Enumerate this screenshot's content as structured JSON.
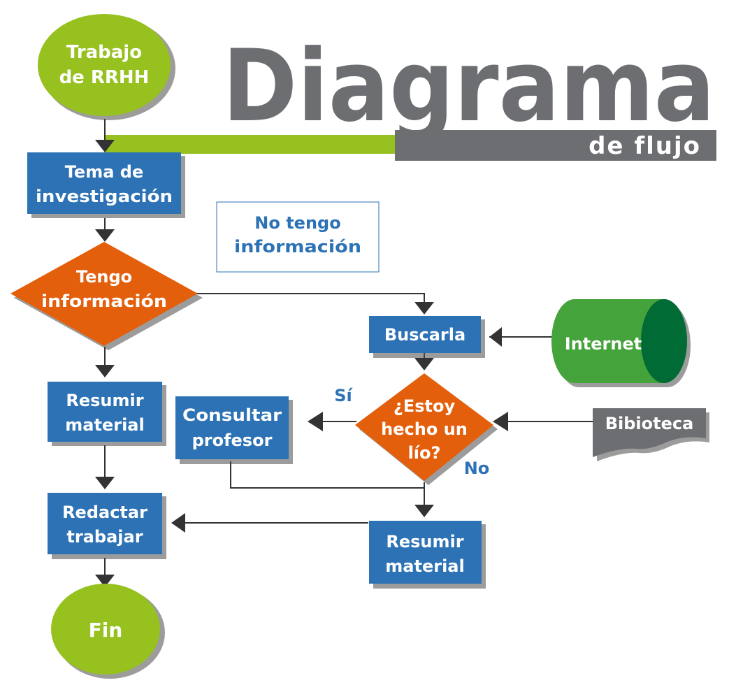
{
  "title": {
    "main": "Diagrama",
    "sub": "de flujo"
  },
  "nodes": {
    "start": [
      "Trabajo",
      "de RRHH"
    ],
    "tema": [
      "Tema de",
      "investigación"
    ],
    "tengo": [
      "Tengo",
      "información"
    ],
    "resumir_left": [
      "Resumir",
      "material"
    ],
    "redactar": [
      "Redactar",
      "trabajar"
    ],
    "fin": [
      "Fin"
    ],
    "note": [
      "No tengo",
      "información"
    ],
    "buscarla": [
      "Buscarla"
    ],
    "internet": [
      "Internet"
    ],
    "estoy": [
      "¿Estoy",
      "hecho un",
      "lío?"
    ],
    "consultar": [
      "Consultar",
      "profesor"
    ],
    "bibioteca": [
      "Bibioteca"
    ],
    "resumir_right": [
      "Resumir",
      "material"
    ]
  },
  "labels": {
    "si": "Sí",
    "no": "No"
  },
  "colors": {
    "green": "#96c11f",
    "blue": "#2c72b5",
    "orange": "#e35f0c",
    "gray": "#6d6e71",
    "dark_green": "#006b35",
    "bright_green": "#44a33b",
    "shadow": "#4a4a4a",
    "label_blue": "#2c72b5"
  }
}
